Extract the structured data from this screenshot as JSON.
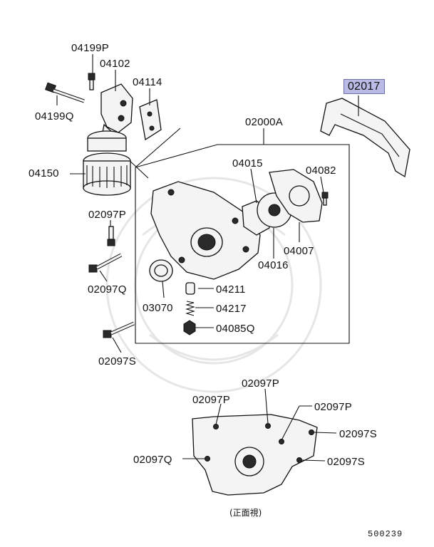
{
  "labels": {
    "p04199P": "04199P",
    "p04102": "04102",
    "p04114": "04114",
    "p04199Q": "04199Q",
    "p04150": "04150",
    "p02000A": "02000A",
    "p02017": "02017",
    "p04015": "04015",
    "p04082": "04082",
    "p04007": "04007",
    "p04016": "04016",
    "p02097P_left": "02097P",
    "p02097Q_left": "02097Q",
    "p04211": "04211",
    "p03070": "03070",
    "p04217": "04217",
    "p04085Q": "04085Q",
    "p02097S_left": "02097S",
    "p02097P_b1": "02097P",
    "p02097P_b2": "02097P",
    "p02097P_b3": "02097P",
    "p02097S_b1": "02097S",
    "p02097Q_b": "02097Q",
    "p02097S_b2": "02097S"
  },
  "view_caption": "(正面視)",
  "reference": "500239",
  "highlight_color": "#b9bbe6"
}
